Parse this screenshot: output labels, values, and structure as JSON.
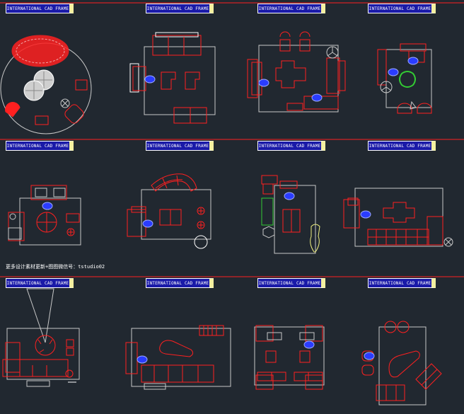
{
  "frame_label": "INTERNATIONAL CAD FRAME",
  "note": "更多设计素材更新+图图微信号：tstudio02",
  "colors": {
    "background": "#212830",
    "furniture": "#ff2020",
    "walls": "#c8c8c8",
    "person": "#2a3cff",
    "badge": "#1a1aa8",
    "badge_edge": "#f4f0a0",
    "plant": "#33cc33",
    "lamp": "#f0f080"
  },
  "panels": [
    {
      "id": "p1"
    },
    {
      "id": "p2"
    },
    {
      "id": "p3"
    },
    {
      "id": "p4"
    },
    {
      "id": "p5"
    },
    {
      "id": "p6"
    },
    {
      "id": "p7"
    },
    {
      "id": "p8"
    },
    {
      "id": "p9"
    },
    {
      "id": "p10"
    },
    {
      "id": "p11"
    },
    {
      "id": "p12"
    }
  ]
}
